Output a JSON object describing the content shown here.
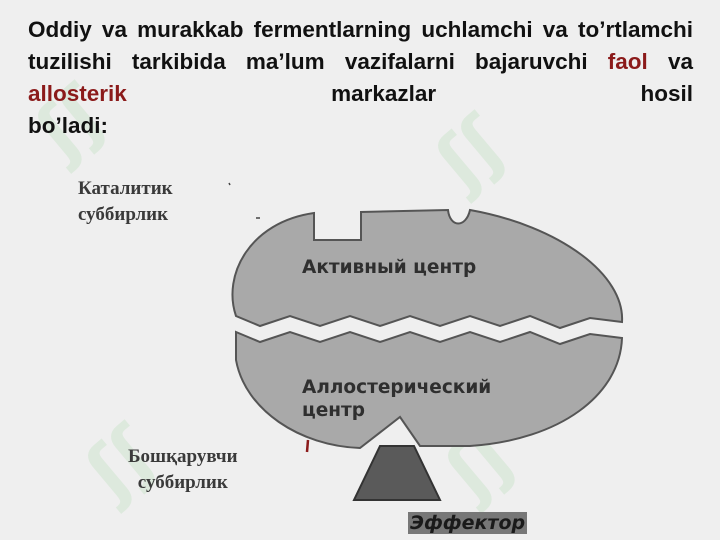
{
  "heading": {
    "part1": "Oddiy va murakkab fermentlarning uchlamchi va to’rtlamchi tuzilishi tarkibida ma’lum vazifalarni bajaruvchi ",
    "faol": "faol",
    "va": " va ",
    "allosterik": "allosterik",
    "part2": " markazlar hosil",
    "last_line": "bo’ladi:"
  },
  "diagram": {
    "catalytic_label_line1": "Каталитик",
    "catalytic_label_line2": "суббирлик",
    "active_center": "Активный центр",
    "allosteric_line1": "Аллостерический",
    "allosteric_line2": "центр",
    "regulatory_label_line1": "Бошқарувчи",
    "regulatory_label_line2": "суббирлик",
    "effector": "Эффектор"
  },
  "colors": {
    "body_fill": "#a9a9a9",
    "outline": "#555555",
    "highlight": "#8b1a1a",
    "effector_fill": "#5a5a5a"
  }
}
